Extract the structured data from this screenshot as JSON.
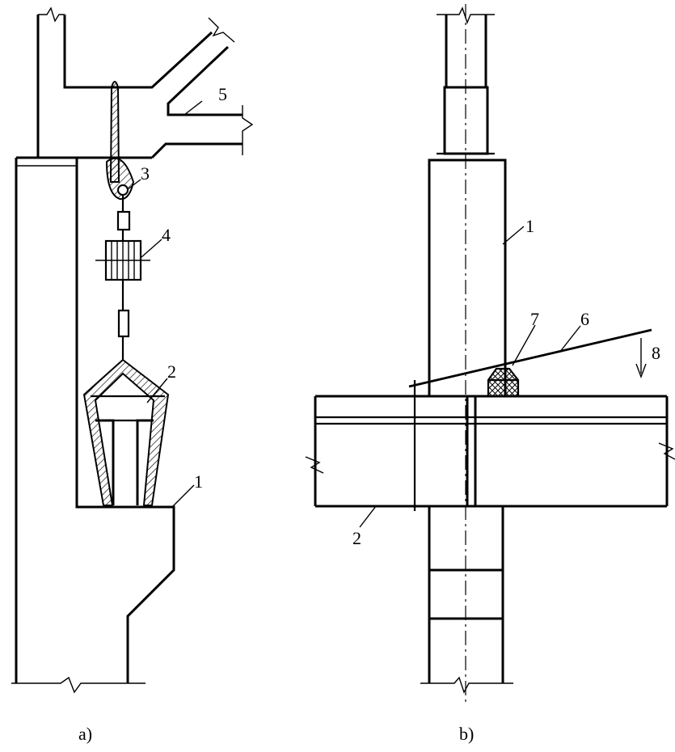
{
  "figure": {
    "panel_a": {
      "caption": "a)",
      "callouts": [
        "1",
        "2",
        "3",
        "4",
        "5"
      ]
    },
    "panel_b": {
      "caption": "b)",
      "callouts": [
        "1",
        "2",
        "6",
        "7",
        "8"
      ]
    }
  }
}
